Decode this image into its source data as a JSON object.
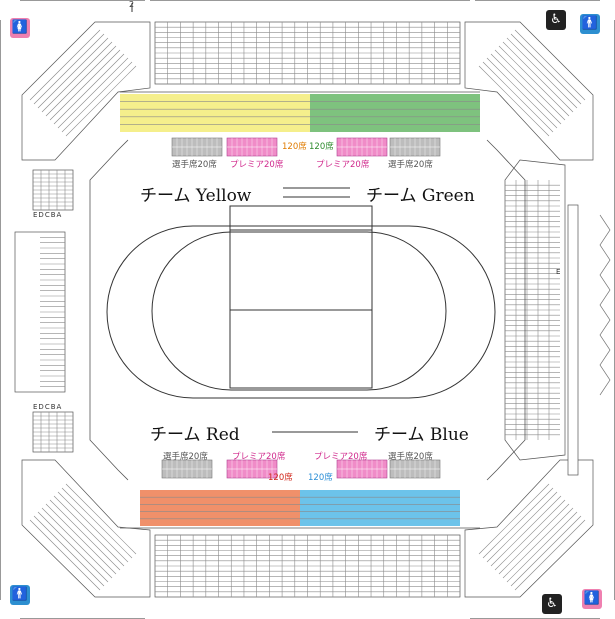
{
  "teams": {
    "yellow": "チーム Yellow",
    "green": "チーム Green",
    "red": "チーム Red",
    "blue": "チーム Blue"
  },
  "top_labels": {
    "player_left": "選手席20席",
    "premier_left": "プレミア20席",
    "count_yellow": "120席",
    "count_green": "120席",
    "premier_right": "プレミア20席",
    "player_right": "選手席20席"
  },
  "bottom_labels": {
    "player_left": "選手席20席",
    "premier_left": "プレミア20席",
    "premier_right": "プレミア20席",
    "player_right": "選手席20席",
    "count_red": "120席",
    "count_blue": "120席"
  },
  "row_letters": {
    "left_top": "EDCBA",
    "left_bottom": "EDCBA",
    "right_e": "E"
  },
  "gate_number": "2",
  "colors": {
    "yellow": "#f5ef8c",
    "green": "#7ec27e",
    "red": "#f0906a",
    "blue": "#6cc3ea",
    "player": "#bdbdbd",
    "premier": "#f08cc8",
    "count_yellow": "#e07b00",
    "count_green": "#2e8b2e",
    "count_red": "#d0281c",
    "count_blue": "#2c8fd6",
    "restroom_pink": "#ef80b0",
    "restroom_blue": "#2d8fd0",
    "accessible": "#222222"
  },
  "icons": {
    "restroom_women": "woman-icon",
    "restroom_men": "man-icon",
    "accessible": "wheelchair-icon"
  }
}
